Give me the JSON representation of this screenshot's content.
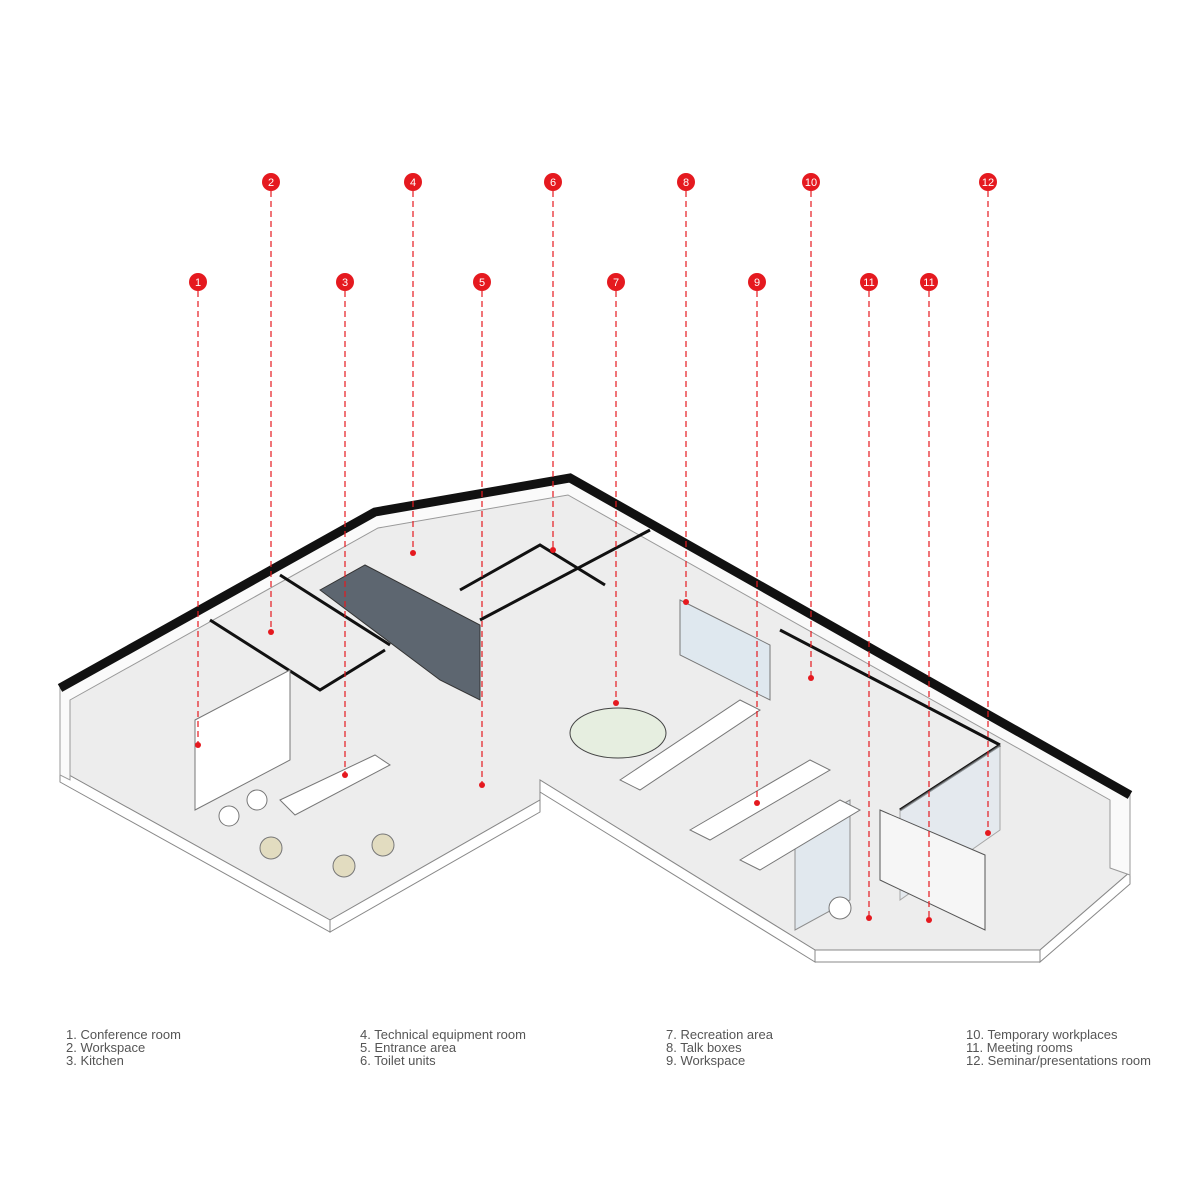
{
  "colors": {
    "accent": "#e5191f",
    "wall": "#111111",
    "floor": "#ececec",
    "glass": "#dfe8ef",
    "stair": "#5d6670"
  },
  "markers": [
    {
      "label": "1"
    },
    {
      "label": "2"
    },
    {
      "label": "3"
    },
    {
      "label": "4"
    },
    {
      "label": "5"
    },
    {
      "label": "6"
    },
    {
      "label": "7"
    },
    {
      "label": "8"
    },
    {
      "label": "9"
    },
    {
      "label": "10"
    },
    {
      "label": "11"
    },
    {
      "label": "11"
    },
    {
      "label": "12"
    }
  ],
  "legend": [
    [
      "1. Conference room",
      "2. Workspace",
      "3. Kitchen"
    ],
    [
      "4. Technical equipment room",
      "5. Entrance area",
      "6. Toilet units"
    ],
    [
      "7. Recreation area",
      "8. Talk boxes",
      "9. Workspace"
    ],
    [
      "10. Temporary workplaces",
      "11. Meeting rooms",
      "12. Seminar/presentations room"
    ]
  ]
}
